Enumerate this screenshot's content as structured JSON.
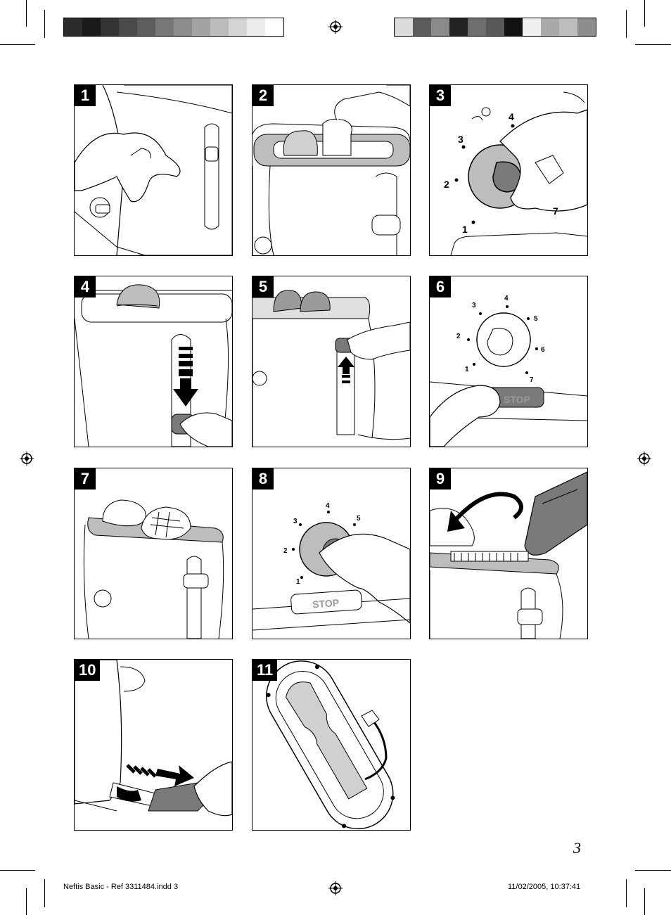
{
  "page_number": "3",
  "footer": {
    "left": "Neftis Basic - Ref 3311484.indd   3",
    "right": "11/02/2005, 10:37:41"
  },
  "color_bar_left": [
    "#2b2b2b",
    "#1a1a1a",
    "#333333",
    "#4a4a4a",
    "#5e5e5e",
    "#777777",
    "#8c8c8c",
    "#a3a3a3",
    "#bcbcbc",
    "#d4d4d4",
    "#ececec",
    "#ffffff"
  ],
  "color_bar_right": [
    "#dcdcdc",
    "#5c5c5c",
    "#8a8a8a",
    "#222222",
    "#6e6e6e",
    "#585858",
    "#111111",
    "#efefef",
    "#a9a9a9",
    "#bdbdbd",
    "#8d8d8d"
  ],
  "panels": [
    {
      "number": "1"
    },
    {
      "number": "2"
    },
    {
      "number": "3",
      "dial": [
        "1",
        "2",
        "3",
        "4",
        "7"
      ]
    },
    {
      "number": "4"
    },
    {
      "number": "5"
    },
    {
      "number": "6",
      "dial": [
        "1",
        "2",
        "3",
        "4",
        "5",
        "6",
        "7"
      ],
      "button": "STOP"
    },
    {
      "number": "7"
    },
    {
      "number": "8",
      "dial": [
        "1",
        "2",
        "3",
        "4",
        "5"
      ],
      "button": "STOP"
    },
    {
      "number": "9"
    },
    {
      "number": "10"
    },
    {
      "number": "11"
    }
  ]
}
